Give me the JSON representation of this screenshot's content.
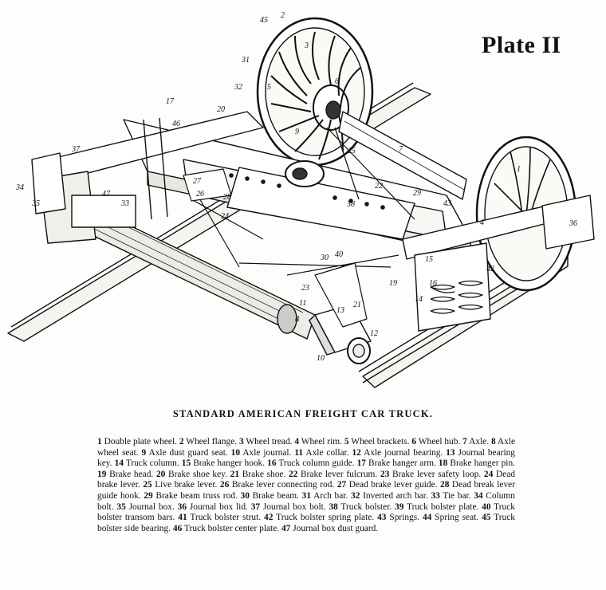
{
  "plate_title": "Plate II",
  "caption": "STANDARD AMERICAN FREIGHT CAR TRUCK.",
  "legend": [
    {
      "num": "1",
      "label": "Double plate wheel."
    },
    {
      "num": "2",
      "label": "Wheel flange."
    },
    {
      "num": "3",
      "label": "Wheel tread."
    },
    {
      "num": "4",
      "label": "Wheel rim."
    },
    {
      "num": "5",
      "label": "Wheel brackets."
    },
    {
      "num": "6",
      "label": "Wheel hub."
    },
    {
      "num": "7",
      "label": "Axle."
    },
    {
      "num": "8",
      "label": "Axle wheel seat."
    },
    {
      "num": "9",
      "label": "Axle dust guard seat."
    },
    {
      "num": "10",
      "label": "Axle journal."
    },
    {
      "num": "11",
      "label": "Axle collar."
    },
    {
      "num": "12",
      "label": "Axle journal bearing."
    },
    {
      "num": "13",
      "label": "Journal bearing key."
    },
    {
      "num": "14",
      "label": "Truck column."
    },
    {
      "num": "15",
      "label": "Brake hanger hook."
    },
    {
      "num": "16",
      "label": "Truck column guide."
    },
    {
      "num": "17",
      "label": "Brake hanger arm."
    },
    {
      "num": "18",
      "label": "Brake hanger pin."
    },
    {
      "num": "19",
      "label": "Brake head."
    },
    {
      "num": "20",
      "label": "Brake shoe key."
    },
    {
      "num": "21",
      "label": "Brake shoe."
    },
    {
      "num": "22",
      "label": "Brake lever fulcrum."
    },
    {
      "num": "23",
      "label": "Brake lever safety loop."
    },
    {
      "num": "24",
      "label": "Dead brake lever."
    },
    {
      "num": "25",
      "label": "Live brake lever."
    },
    {
      "num": "26",
      "label": "Brake lever connecting rod."
    },
    {
      "num": "27",
      "label": "Dead brake lever guide."
    },
    {
      "num": "28",
      "label": "Dead break lever guide hook."
    },
    {
      "num": "29",
      "label": "Brake beam truss rod."
    },
    {
      "num": "30",
      "label": "Brake beam."
    },
    {
      "num": "31",
      "label": "Arch bar."
    },
    {
      "num": "32",
      "label": "Inverted arch bar."
    },
    {
      "num": "33",
      "label": "Tie bar."
    },
    {
      "num": "34",
      "label": "Column bolt."
    },
    {
      "num": "35",
      "label": "Journal box."
    },
    {
      "num": "36",
      "label": "Journal box lid."
    },
    {
      "num": "37",
      "label": "Journal box bolt."
    },
    {
      "num": "38",
      "label": "Truck bolster."
    },
    {
      "num": "39",
      "label": "Truck bolster plate."
    },
    {
      "num": "40",
      "label": "Truck bolster transom bars."
    },
    {
      "num": "41",
      "label": "Truck bolster strut."
    },
    {
      "num": "42",
      "label": "Truck bolster spring plate."
    },
    {
      "num": "43",
      "label": "Springs."
    },
    {
      "num": "44",
      "label": "Spring seat."
    },
    {
      "num": "45",
      "label": "Truck bolster side bearing."
    },
    {
      "num": "46",
      "label": "Truck bolster center plate."
    },
    {
      "num": "47",
      "label": "Journal box dust guard."
    }
  ],
  "callouts": [
    "1",
    "2",
    "3",
    "4",
    "5",
    "6",
    "7",
    "8",
    "9",
    "10",
    "11",
    "12",
    "13",
    "14",
    "15",
    "16",
    "17",
    "19",
    "20",
    "21",
    "22",
    "23",
    "24",
    "25",
    "26",
    "27",
    "28",
    "29",
    "30",
    "31",
    "32",
    "33",
    "34",
    "35",
    "36",
    "37",
    "38",
    "40",
    "42",
    "43",
    "45",
    "46",
    "47"
  ]
}
